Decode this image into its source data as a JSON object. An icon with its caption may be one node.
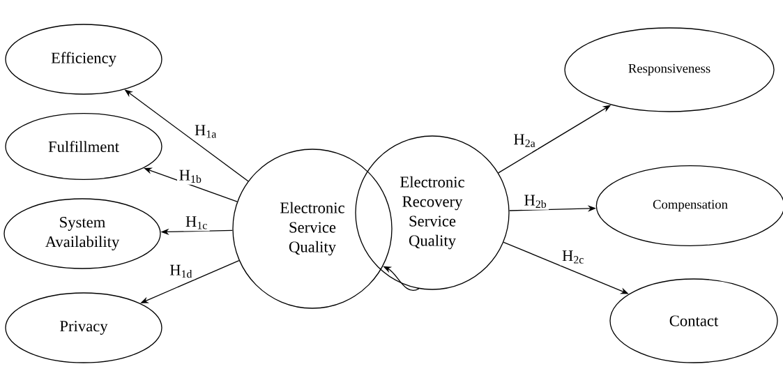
{
  "diagram": {
    "nodes": [
      {
        "text": [
          "Efficiency"
        ]
      },
      {
        "text": [
          "Fulfillment"
        ]
      },
      {
        "text": [
          "System Availability"
        ]
      },
      {
        "text": [
          "Privacy"
        ]
      },
      {
        "text": [
          "Electronic Service Quality"
        ]
      },
      {
        "text": [
          "Electronic Recovery Service Quality"
        ]
      },
      {
        "text": [
          "Responsiveness"
        ]
      },
      {
        "text": [
          "Compensation"
        ]
      },
      {
        "text": [
          "Contact"
        ]
      }
    ],
    "edges": [
      {
        "from": 4,
        "to": 0,
        "arrow": "to",
        "label": "H$_{1a}$"
      },
      {
        "from": 4,
        "to": 1,
        "arrow": "to",
        "label": "H$_{1b}$"
      },
      {
        "from": 4,
        "to": 2,
        "arrow": "to",
        "label": "H$_{1c}$"
      },
      {
        "from": 4,
        "to": 3,
        "arrow": "to",
        "label": "H$_{1d}$"
      },
      {
        "from": 5,
        "to": 6,
        "arrow": "to",
        "label": "H$_{2a}$"
      },
      {
        "from": 5,
        "to": 7,
        "arrow": "to",
        "label": "H$_{2b}$"
      },
      {
        "from": 5,
        "to": 8,
        "arrow": "to",
        "label": "H$_{2c}$"
      },
      {
        "from": 5,
        "to": 4,
        "arrow": "to"
      }
    ]
  }
}
